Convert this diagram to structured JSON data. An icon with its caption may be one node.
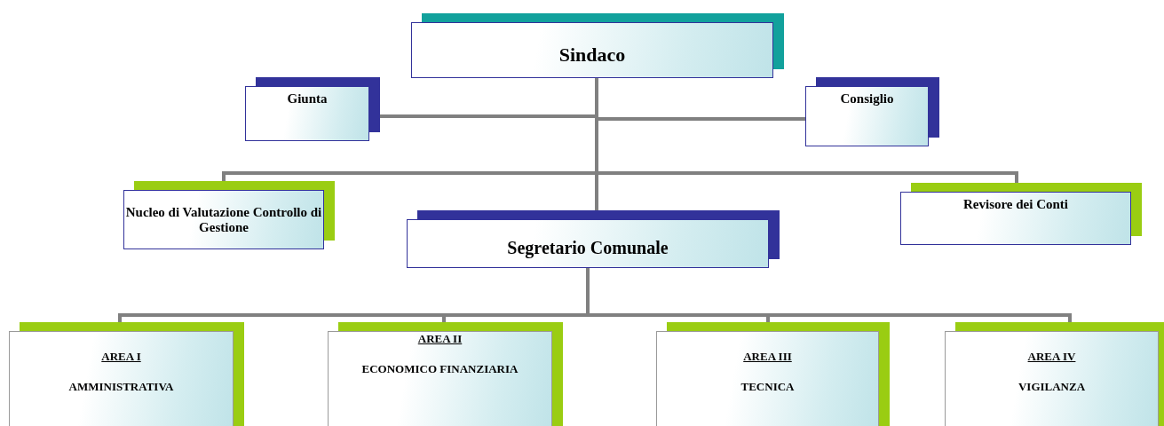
{
  "diagram": {
    "nodes": [
      {
        "text": [
          "Sindaco"
        ]
      },
      {
        "text": [
          "Giunta"
        ]
      },
      {
        "text": [
          "Consiglio"
        ]
      },
      {
        "text": [
          "Nucleo di Valutazione Controllo di Gestione"
        ]
      },
      {
        "text": [
          "Segretario Comunale"
        ]
      },
      {
        "text": [
          "Revisore dei Conti"
        ]
      },
      {
        "text": [
          "AREA I",
          "AMMINISTRATIVA"
        ]
      },
      {
        "text": [
          "AREA II",
          "ECONOMICO FINANZIARIA"
        ]
      },
      {
        "text": [
          "AREA III",
          "TECNICA"
        ]
      },
      {
        "text": [
          "AREA IV",
          "VIGILANZA"
        ]
      }
    ],
    "edges": [
      {
        "from": 0,
        "to": 1,
        "arrow": "none"
      },
      {
        "from": 0,
        "to": 2,
        "arrow": "none"
      },
      {
        "from": 0,
        "to": 3,
        "arrow": "none"
      },
      {
        "from": 0,
        "to": 4,
        "arrow": "none"
      },
      {
        "from": 0,
        "to": 5,
        "arrow": "none"
      },
      {
        "from": 4,
        "to": 6,
        "arrow": "none"
      },
      {
        "from": 4,
        "to": 7,
        "arrow": "none"
      },
      {
        "from": 4,
        "to": 8,
        "arrow": "none"
      },
      {
        "from": 4,
        "to": 9,
        "arrow": "none"
      }
    ]
  }
}
